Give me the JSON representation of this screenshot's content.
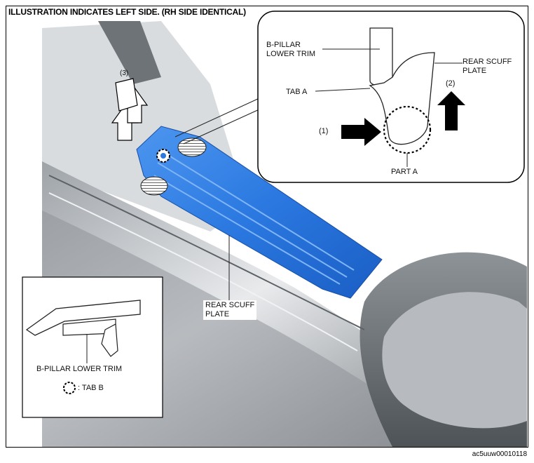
{
  "header": {
    "title": "ILLUSTRATION INDICATES LEFT SIDE. (RH SIDE IDENTICAL)"
  },
  "callouts": {
    "b_pillar_lower_trim_top": [
      "B-PILLAR",
      "LOWER TRIM"
    ],
    "rear_scuff_plate_top": [
      "REAR SCUFF",
      "PLATE"
    ],
    "tab_a": "TAB A",
    "part_a": "PART A",
    "step1": "(1)",
    "step2": "(2)",
    "step3": "(3)",
    "rear_scuff_plate_main": [
      "REAR SCUFF",
      "PLATE"
    ]
  },
  "inset_bottom": {
    "trim_label": "B-PILLAR LOWER TRIM",
    "legend_label": ": TAB B"
  },
  "footer": {
    "code": "ac5uuw00010118"
  },
  "colors": {
    "scuff_plate": "#2f7ee6",
    "body_gray": "#b9bcbf"
  }
}
